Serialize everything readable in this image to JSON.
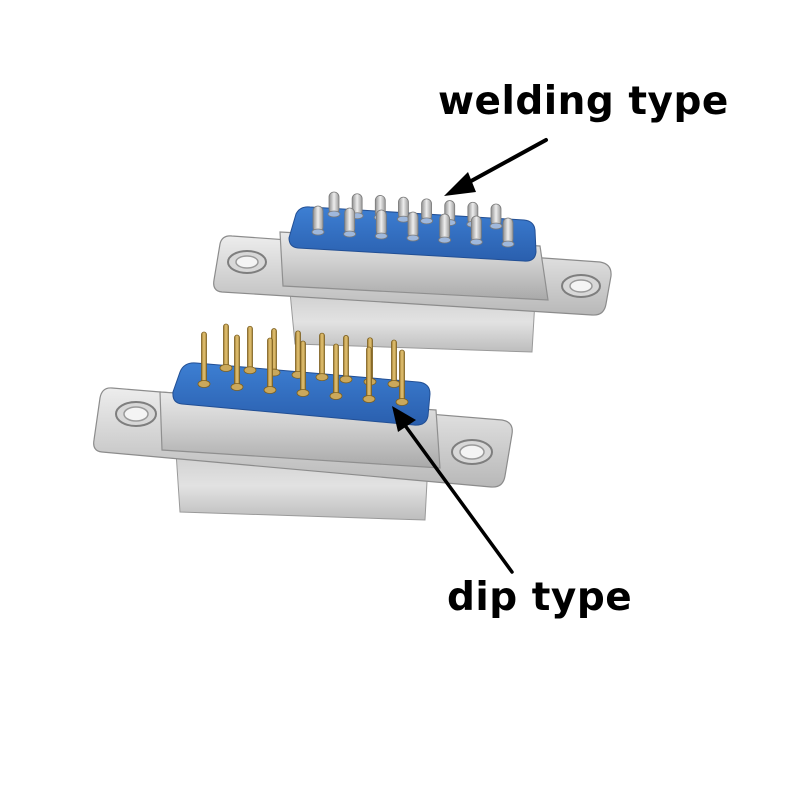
{
  "labels": {
    "welding": "welding type",
    "dip": "dip type"
  },
  "colors": {
    "background": "#ffffff",
    "insulator_blue": "#2f6fc4",
    "shell_metal": "#cfcfcf",
    "pin_gold": "#c9a24a",
    "pin_silver": "#c4c4c4",
    "arrow": "#000000",
    "text": "#000000"
  },
  "components": [
    {
      "name": "welding-type-connector",
      "pin_rows": [
        8,
        7
      ],
      "pin_finish": "silver"
    },
    {
      "name": "dip-type-connector",
      "pin_rows": [
        8,
        7
      ],
      "pin_finish": "gold"
    }
  ]
}
